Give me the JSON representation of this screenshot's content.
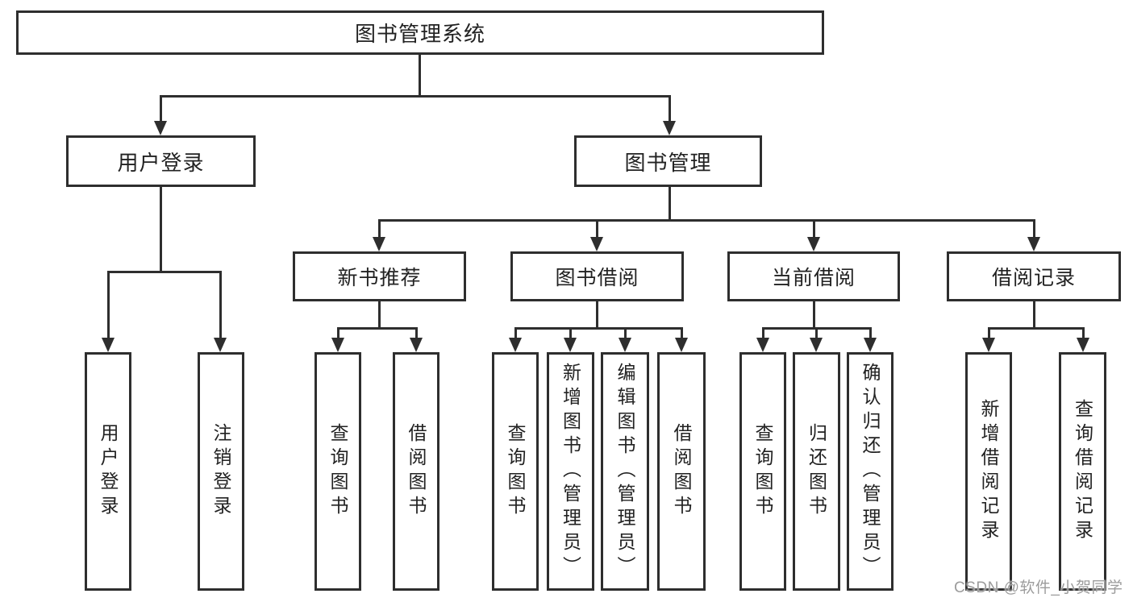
{
  "diagram": {
    "title": "图书管理系统",
    "level2": [
      {
        "label": "用户登录"
      },
      {
        "label": "图书管理"
      }
    ],
    "level3": [
      {
        "label": "新书推荐"
      },
      {
        "label": "图书借阅"
      },
      {
        "label": "当前借阅"
      },
      {
        "label": "借阅记录"
      }
    ],
    "leaves": {
      "user_login": [
        "用户登录",
        "注销登录"
      ],
      "new_book": [
        "查询图书",
        "借阅图书"
      ],
      "book_borrow": [
        "查询图书",
        "新增图书（管理员）",
        "编辑图书（管理员）",
        "借阅图书"
      ],
      "current_borrow": [
        "查询图书",
        "归还图书",
        "确认归还（管理员）"
      ],
      "borrow_record": [
        "新增借阅记录",
        "查询借阅记录"
      ]
    },
    "watermark": "CSDN @软件_小贺同学",
    "colors": {
      "line": "#2e2e2e",
      "text": "#222222",
      "watermark": "#9c9c9c"
    }
  }
}
